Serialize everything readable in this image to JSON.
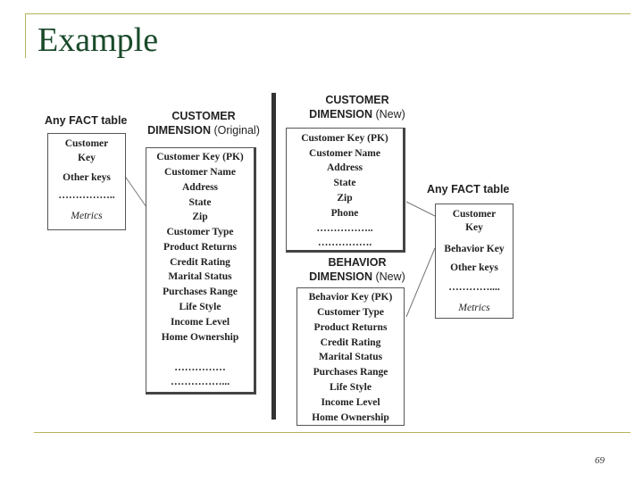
{
  "slide": {
    "title": "Example",
    "page_number": "69"
  },
  "left_fact": {
    "heading": "Any FACT table",
    "fields": [
      "Customer",
      "Key",
      "Other keys",
      "……………..",
      "Metrics"
    ]
  },
  "customer_original": {
    "heading_line1": "CUSTOMER",
    "heading_line2_bold": "DIMENSION",
    "heading_line2_sub": " (Original)",
    "fields": [
      "Customer Key (PK)",
      "Customer Name",
      "Address",
      "State",
      "Zip",
      "Customer Type",
      "Product Returns",
      "Credit Rating",
      "Marital Status",
      "Purchases Range",
      "Life Style",
      "Income Level",
      "Home Ownership",
      "……………",
      "……………..."
    ]
  },
  "customer_new": {
    "heading_line1": "CUSTOMER",
    "heading_line2_bold": "DIMENSION",
    "heading_line2_sub": " (New)",
    "fields": [
      "Customer Key (PK)",
      "Customer Name",
      "Address",
      "State",
      "Zip",
      "Phone",
      "……………..",
      "……………."
    ]
  },
  "behavior_new": {
    "heading_line1": "BEHAVIOR",
    "heading_line2_bold": "DIMENSION",
    "heading_line2_sub": " (New)",
    "fields": [
      "Behavior Key (PK)",
      "Customer Type",
      "Product Returns",
      "Credit Rating",
      "Marital Status",
      "Purchases Range",
      "Life Style",
      "Income Level",
      "Home Ownership"
    ]
  },
  "right_fact": {
    "heading": "Any FACT table",
    "fields": [
      "Customer",
      "Key",
      "Behavior Key",
      "Other keys",
      "…………....",
      "Metrics"
    ]
  }
}
